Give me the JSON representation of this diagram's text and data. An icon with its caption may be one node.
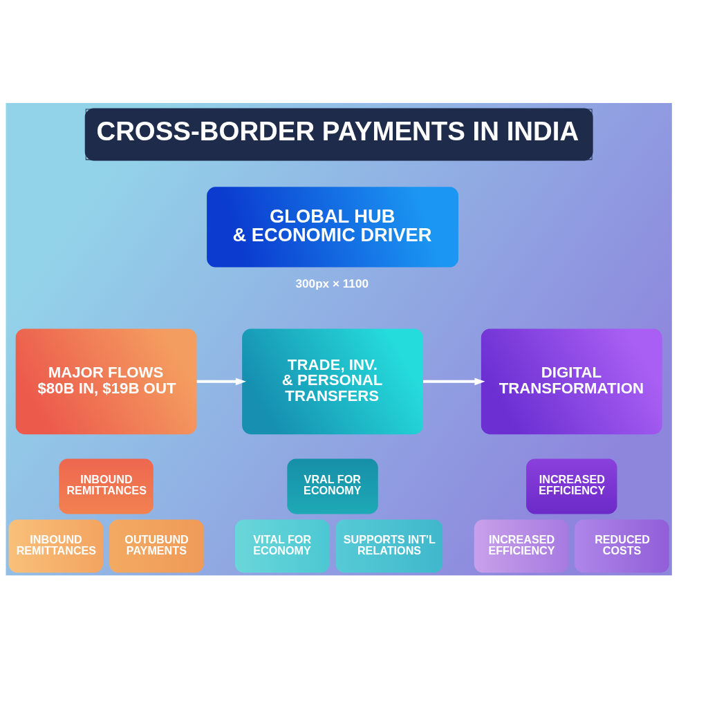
{
  "diagram": {
    "title": "CROSS-BORDER PAYMENTS IN INDIA",
    "nodes": [
      {
        "text": [
          "GLOBAL HUB & ECONOMIC DRIVER"
        ],
        "beside": [
          "300px × 1100"
        ]
      },
      {
        "text": [
          "MAJOR FLOWS",
          "$80B IN, $19B OUT"
        ]
      },
      {
        "text": [
          "TRADE, INV. & PERSONAL TRANSFERS"
        ]
      },
      {
        "text": [
          "DIGITAL TRANSFORMATION"
        ]
      },
      {
        "text": [
          "INBOUND REMITTANCES"
        ]
      },
      {
        "text": [
          "INBOUND REMITTANCES"
        ]
      },
      {
        "text": [
          "OUTUBUND PAYMENTS"
        ]
      },
      {
        "text": [
          "VRAL FOR ECONOMY"
        ]
      },
      {
        "text": [
          "VITAL FOR ECONOMY"
        ]
      },
      {
        "text": [
          "SUPPORTS INT'L RELATIONS"
        ]
      },
      {
        "text": [
          "INCREASED EFFICIENCY"
        ]
      },
      {
        "text": [
          "INCREASED EFFICIENCY"
        ]
      },
      {
        "text": [
          "REDUCED COSTS"
        ]
      }
    ],
    "edges": [
      {
        "from": 1,
        "to": 2,
        "arrow": "to"
      },
      {
        "from": 2,
        "to": 3,
        "arrow": "to"
      }
    ]
  }
}
